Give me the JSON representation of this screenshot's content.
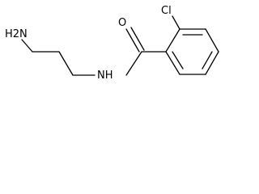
{
  "molecule": {
    "atoms": {
      "amine": "H2N",
      "amide_nitrogen": "NH",
      "carbonyl_oxygen": "O",
      "chlorine": "Cl"
    }
  }
}
